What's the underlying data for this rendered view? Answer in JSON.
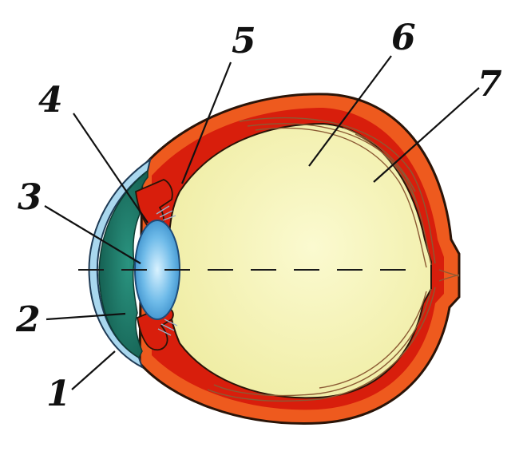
{
  "labels": {
    "l1": "1",
    "l2": "2",
    "l3": "3",
    "l4": "4",
    "l5": "5",
    "l6": "6",
    "l7": "7"
  },
  "colors": {
    "sclera": "#ee5a1e",
    "sclera_outline": "#2a1408",
    "choroid": "#d81e0c",
    "vitreous": "#f6f4b2",
    "cornea": "#a9d7ee",
    "anterior_chamber": "#1f7f6e",
    "lens": "#4aa6e0",
    "retina_lines": "#8b5a34"
  }
}
